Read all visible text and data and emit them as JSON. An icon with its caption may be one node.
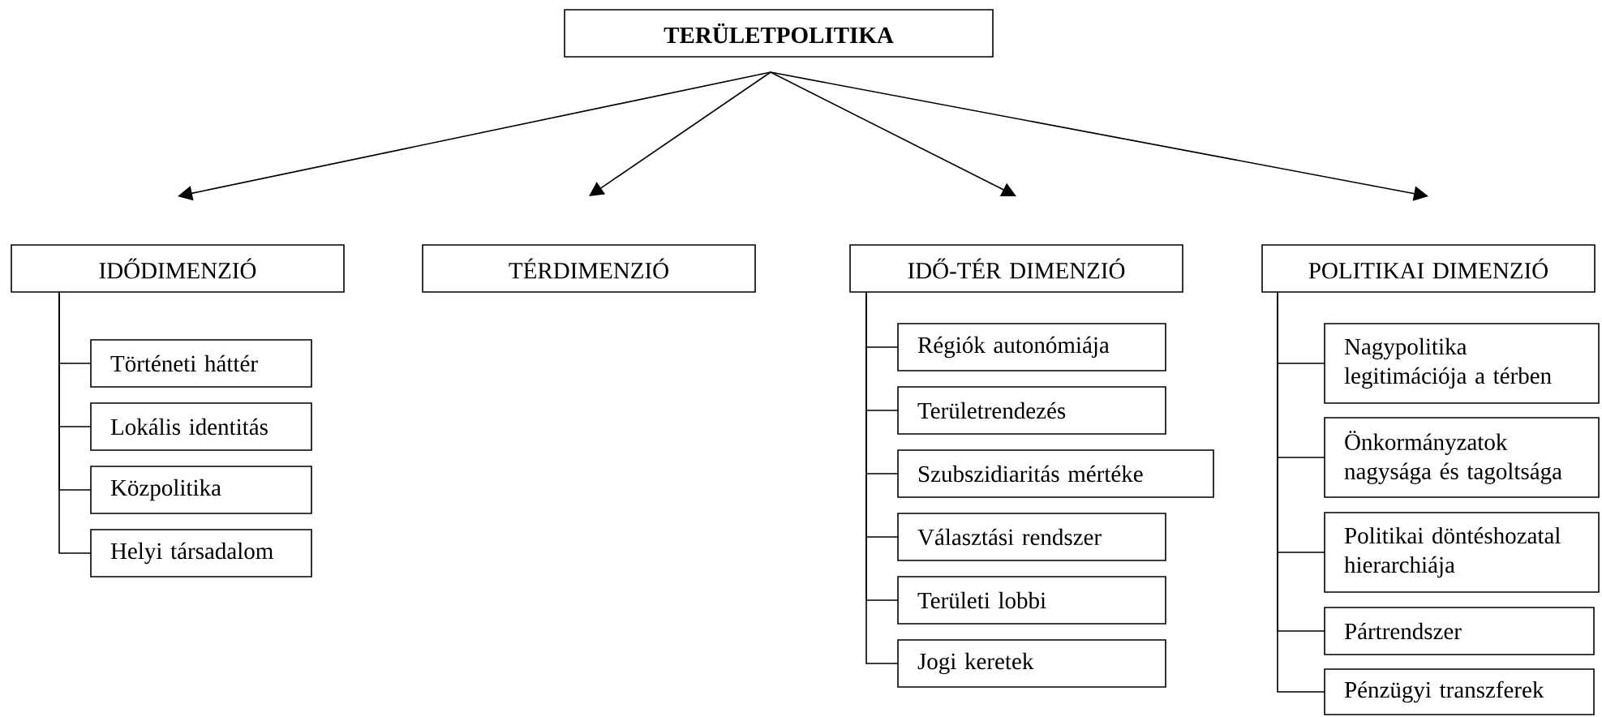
{
  "diagram": {
    "nodes": [
      {
        "text": [
          "TERÜLETPOLITIKA"
        ]
      },
      {
        "text": [
          "IDŐDIMENZIÓ"
        ]
      },
      {
        "text": [
          "TÉRDIMENZIÓ"
        ]
      },
      {
        "text": [
          "IDŐ-TÉR DIMENZIÓ"
        ]
      },
      {
        "text": [
          "POLITIKAI DIMENZIÓ"
        ]
      },
      {
        "text": [
          "Történeti háttér"
        ]
      },
      {
        "text": [
          "Lokális identitás"
        ]
      },
      {
        "text": [
          "Közpolitika"
        ]
      },
      {
        "text": [
          "Helyi társadalom"
        ]
      },
      {
        "text": [
          "Régiók autonómiája"
        ]
      },
      {
        "text": [
          "Területrendezés"
        ]
      },
      {
        "text": [
          "Szubszidiaritás mértéke"
        ]
      },
      {
        "text": [
          "Választási rendszer"
        ]
      },
      {
        "text": [
          "Területi lobbi"
        ]
      },
      {
        "text": [
          "Jogi keretek"
        ]
      },
      {
        "text": [
          "Nagypolitika legitimációja a térben"
        ]
      },
      {
        "text": [
          "Önkormányzatok nagysága és tagoltsága"
        ]
      },
      {
        "text": [
          "Politikai döntéshozatal hierarchiája"
        ]
      },
      {
        "text": [
          "Pártrendszer"
        ]
      },
      {
        "text": [
          "Pénzügyi transzferek"
        ]
      }
    ],
    "edges": [
      {
        "from": 0,
        "to": 1,
        "arrow": "to"
      },
      {
        "from": 0,
        "to": 2,
        "arrow": "to"
      },
      {
        "from": 0,
        "to": 3,
        "arrow": "to"
      },
      {
        "from": 0,
        "to": 4,
        "arrow": "to"
      },
      {
        "from": 1,
        "to": 5,
        "arrow": "none"
      },
      {
        "from": 1,
        "to": 6,
        "arrow": "none"
      },
      {
        "from": 1,
        "to": 7,
        "arrow": "none"
      },
      {
        "from": 1,
        "to": 8,
        "arrow": "none"
      },
      {
        "from": 3,
        "to": 9,
        "arrow": "none"
      },
      {
        "from": 3,
        "to": 10,
        "arrow": "none"
      },
      {
        "from": 3,
        "to": 11,
        "arrow": "none"
      },
      {
        "from": 3,
        "to": 12,
        "arrow": "none"
      },
      {
        "from": 3,
        "to": 13,
        "arrow": "none"
      },
      {
        "from": 3,
        "to": 14,
        "arrow": "none"
      },
      {
        "from": 4,
        "to": 15,
        "arrow": "none"
      },
      {
        "from": 4,
        "to": 16,
        "arrow": "none"
      },
      {
        "from": 4,
        "to": 17,
        "arrow": "none"
      },
      {
        "from": 4,
        "to": 18,
        "arrow": "none"
      },
      {
        "from": 4,
        "to": 19,
        "arrow": "none"
      }
    ]
  }
}
